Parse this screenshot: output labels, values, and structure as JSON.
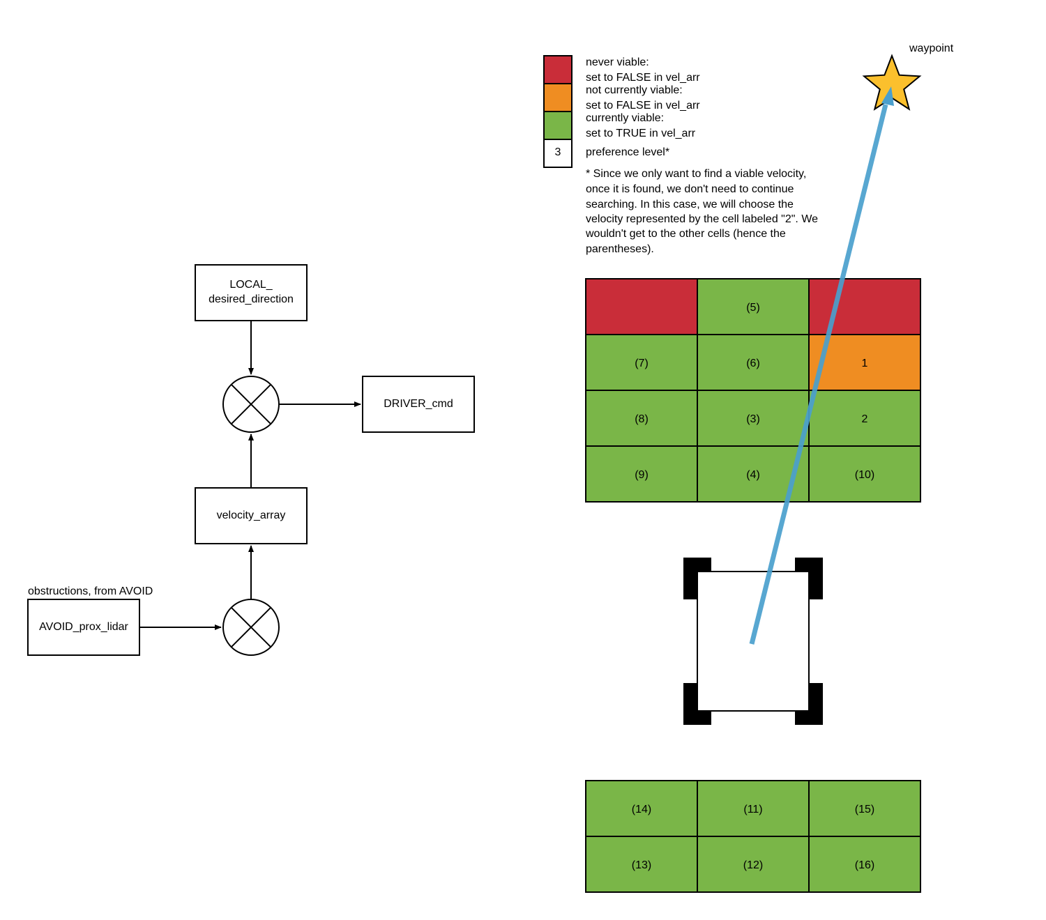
{
  "colors": {
    "never_viable": "#c92d39",
    "not_currently_viable": "#ef8d22",
    "currently_viable": "#7ab648",
    "arrow": "#4a9fcd",
    "star": "#fbc02d"
  },
  "flow": {
    "local_line1": "LOCAL_",
    "local_line2": "desired_direction",
    "driver": "DRIVER_cmd",
    "velocity": "velocity_array",
    "avoid": "AVOID_prox_lidar",
    "obstructions_label": "obstructions, from AVOID"
  },
  "legend": {
    "never_l1": "never viable:",
    "never_l2": "set to FALSE in vel_arr",
    "notcur_l1": "not currently viable:",
    "notcur_l2": "set to FALSE in vel_arr",
    "cur_l1": "currently viable:",
    "cur_l2": "set to TRUE in vel_arr",
    "pref_box": "3",
    "pref_label": "preference level*",
    "footnote": [
      "* Since we only want to find a viable velocity,",
      "once it is found, we don't need to continue",
      "searching. In this case, we will choose the",
      "velocity represented by the cell labeled \"2\". We",
      "wouldn't get to the other cells (hence the",
      "parentheses)."
    ]
  },
  "waypoint_label": "waypoint",
  "grid_top": [
    [
      {
        "s": "never",
        "t": ""
      },
      {
        "s": "viable",
        "t": "(5)"
      },
      {
        "s": "never",
        "t": ""
      }
    ],
    [
      {
        "s": "viable",
        "t": "(7)"
      },
      {
        "s": "viable",
        "t": "(6)"
      },
      {
        "s": "notcur",
        "t": "1"
      }
    ],
    [
      {
        "s": "viable",
        "t": "(8)"
      },
      {
        "s": "viable",
        "t": "(3)"
      },
      {
        "s": "viable",
        "t": "2"
      }
    ],
    [
      {
        "s": "viable",
        "t": "(9)"
      },
      {
        "s": "viable",
        "t": "(4)"
      },
      {
        "s": "viable",
        "t": "(10)"
      }
    ]
  ],
  "grid_bottom": [
    [
      {
        "s": "viable",
        "t": "(14)"
      },
      {
        "s": "viable",
        "t": "(11)"
      },
      {
        "s": "viable",
        "t": "(15)"
      }
    ],
    [
      {
        "s": "viable",
        "t": "(13)"
      },
      {
        "s": "viable",
        "t": "(12)"
      },
      {
        "s": "viable",
        "t": "(16)"
      }
    ]
  ]
}
